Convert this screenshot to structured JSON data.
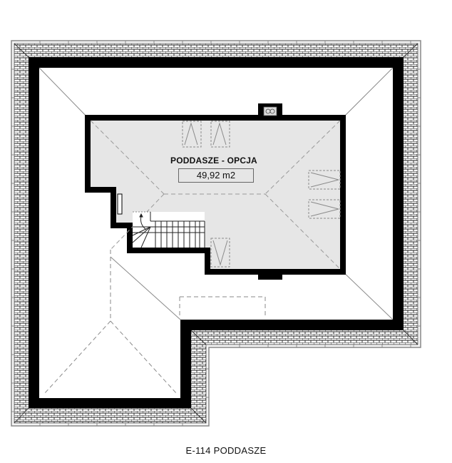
{
  "plan": {
    "caption": "E-114 PODDASZE",
    "room": {
      "name": "PODDASZE - OPCJA",
      "area": "49,92 m2"
    },
    "chimney_symbol": "chimney-vent-icon",
    "colors": {
      "wall": "#000000",
      "room_fill": "#e6e6e6",
      "roof_fill": "#ffffff",
      "roof_lines": "#8a8a8a",
      "tile_band": "#ffffff",
      "background": "#ffffff"
    },
    "elements": {
      "roof_windows": 5,
      "staircase": "winder stairs"
    }
  }
}
